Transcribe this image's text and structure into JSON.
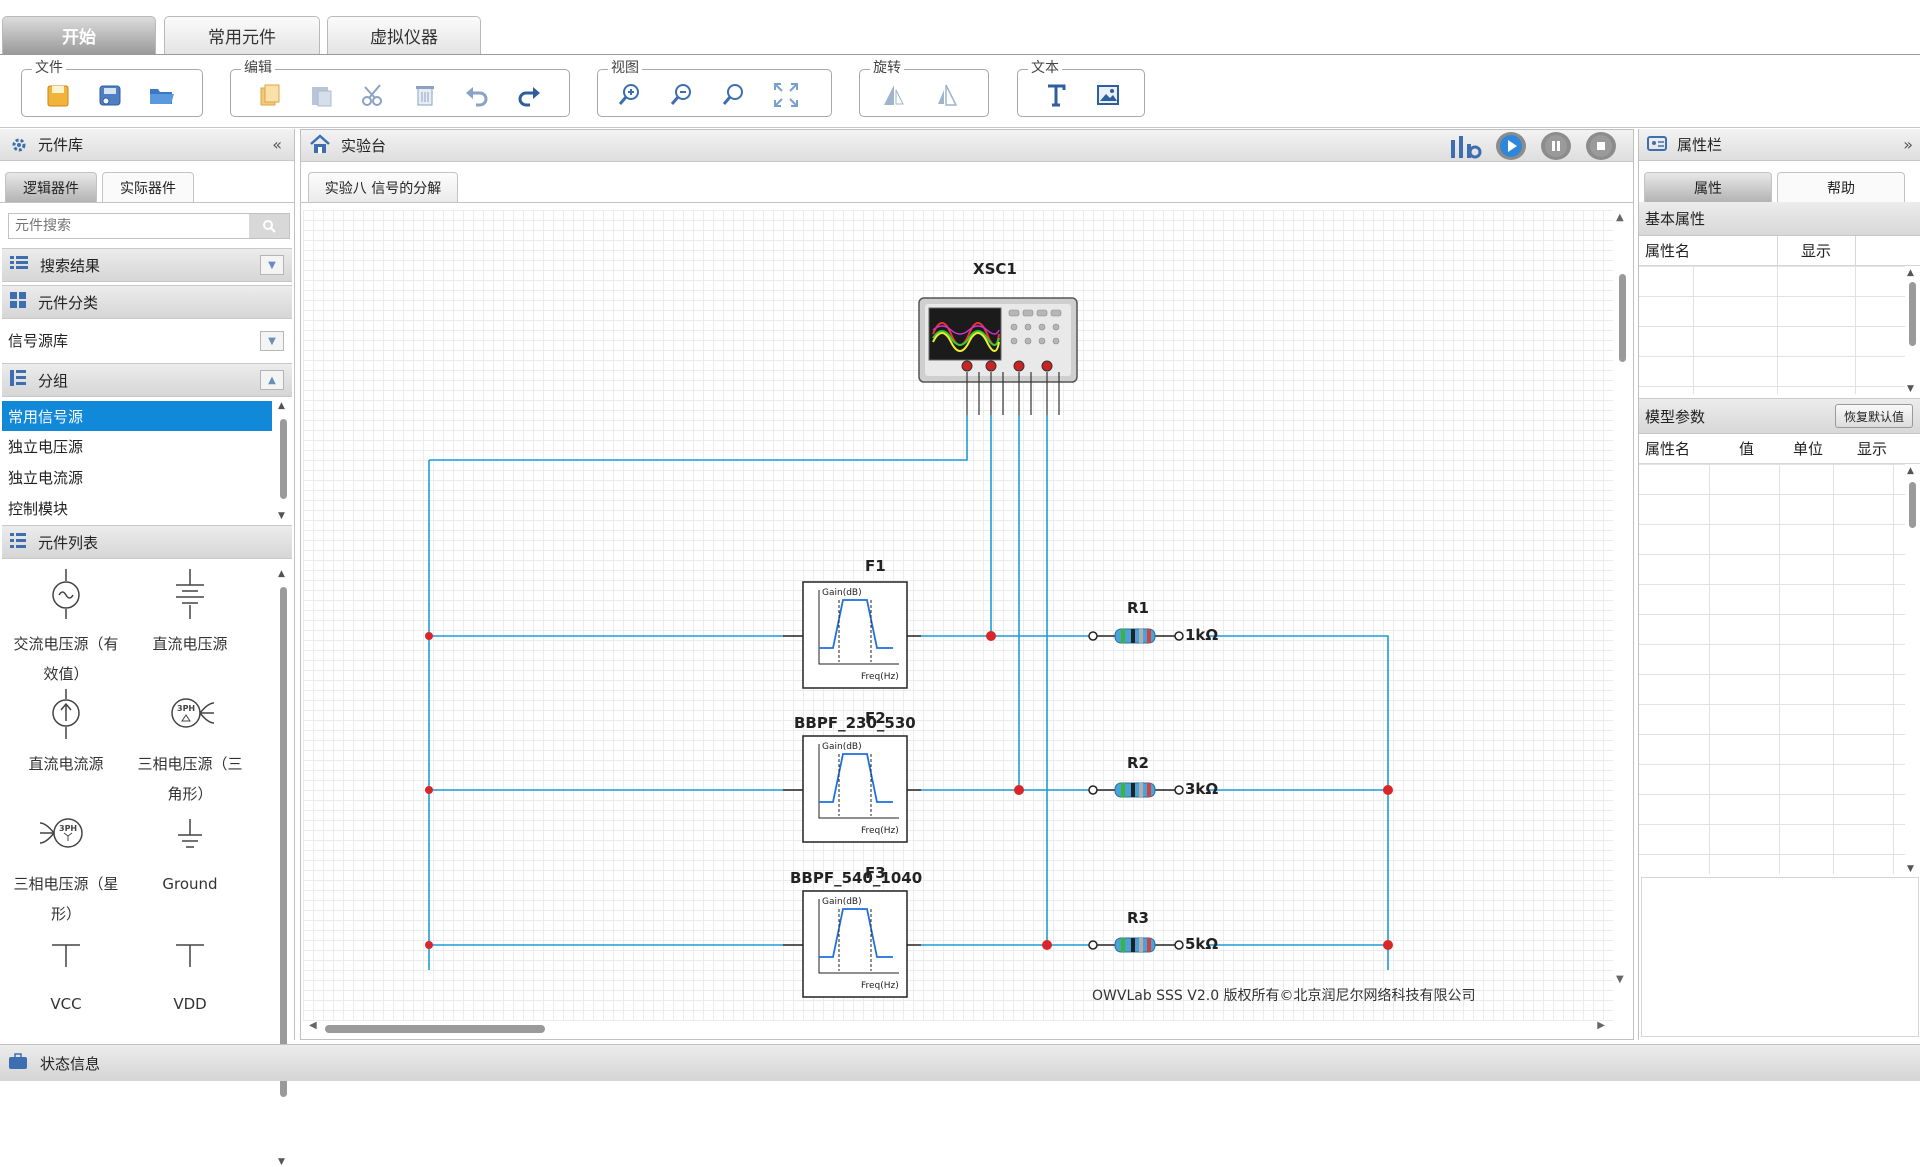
{
  "tabs": {
    "start": "开始",
    "common": "常用元件",
    "virtual": "虚拟仪器"
  },
  "ribbon": {
    "file": "文件",
    "edit": "编辑",
    "view": "视图",
    "rotate": "旋转",
    "text": "文本"
  },
  "left_panel": {
    "title": "元件库",
    "tab_logic": "逻辑器件",
    "tab_real": "实际器件",
    "search_placeholder": "元件搜索",
    "search_results": "搜索结果",
    "category": "元件分类",
    "category_value": "信号源库",
    "group": "分组",
    "group_items": [
      "常用信号源",
      "独立电压源",
      "独立电流源",
      "控制模块"
    ],
    "list_title": "元件列表",
    "components": [
      {
        "line1": "交流电压源（有",
        "line2": "效值）"
      },
      {
        "line1": "直流电压源",
        "line2": ""
      },
      {
        "line1": "直流电流源",
        "line2": ""
      },
      {
        "line1": "三相电压源（三",
        "line2": "角形）"
      },
      {
        "line1": "三相电压源（星",
        "line2": "形）"
      },
      {
        "line1": "Ground",
        "line2": ""
      },
      {
        "line1": "VCC",
        "line2": ""
      },
      {
        "line1": "VDD",
        "line2": ""
      }
    ],
    "icons": {
      "dc_source_label": "3PH"
    }
  },
  "workbench": {
    "title": "实验台",
    "doc_tab": "实验八 信号的分解",
    "oscilloscope": "XSC1",
    "filters": [
      {
        "name": "F1",
        "model": "",
        "ylabel": "Gain(dB)",
        "xlabel": "Freq(Hz)"
      },
      {
        "name": "F2",
        "model": "BBPF_230_530",
        "ylabel": "Gain(dB)",
        "xlabel": "Freq(Hz)"
      },
      {
        "name": "F3",
        "model": "BBPF_540_1040",
        "ylabel": "Gain(dB)",
        "xlabel": "Freq(Hz)"
      }
    ],
    "resistors": [
      {
        "name": "R1",
        "value": "1kΩ"
      },
      {
        "name": "R2",
        "value": "3kΩ"
      },
      {
        "name": "R3",
        "value": "5kΩ"
      }
    ],
    "copyright": "OWVLab SSS V2.0 版权所有©北京润尼尔网络科技有限公司"
  },
  "right_panel": {
    "title": "属性栏",
    "tab_props": "属性",
    "tab_help": "帮助",
    "basic": "基本属性",
    "col_name": "属性名",
    "col_show": "显示",
    "model_params": "模型参数",
    "restore": "恢复默认值",
    "col_value": "值",
    "col_unit": "单位"
  },
  "status": {
    "title": "状态信息"
  },
  "colors": {
    "wire": "#1e9bd7",
    "junction": "#d9262b",
    "selected": "#1188d8"
  }
}
